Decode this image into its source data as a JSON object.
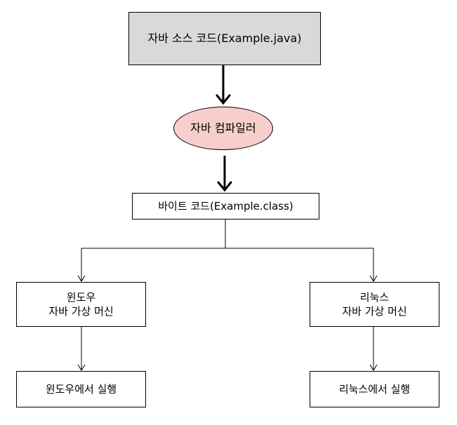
{
  "nodes": {
    "source_code": {
      "label": "자바 소스 코드(Example.java)",
      "fill": "#d9d9d9"
    },
    "compiler": {
      "label": "자바 컴파일러",
      "fill": "#f8cecc"
    },
    "bytecode": {
      "label": "바이트 코드(Example.class)"
    },
    "windows_jvm": {
      "line1": "윈도우",
      "line2": "자바 가상 머신"
    },
    "linux_jvm": {
      "line1": "리눅스",
      "line2": "자바 가상 머신"
    },
    "windows_run": {
      "label": "윈도우에서 실행"
    },
    "linux_run": {
      "label": "리눅스에서 실행"
    }
  },
  "edges": [
    {
      "from": "source_code",
      "to": "compiler"
    },
    {
      "from": "compiler",
      "to": "bytecode"
    },
    {
      "from": "bytecode",
      "to": "windows_jvm"
    },
    {
      "from": "bytecode",
      "to": "linux_jvm"
    },
    {
      "from": "windows_jvm",
      "to": "windows_run"
    },
    {
      "from": "linux_jvm",
      "to": "linux_run"
    }
  ]
}
